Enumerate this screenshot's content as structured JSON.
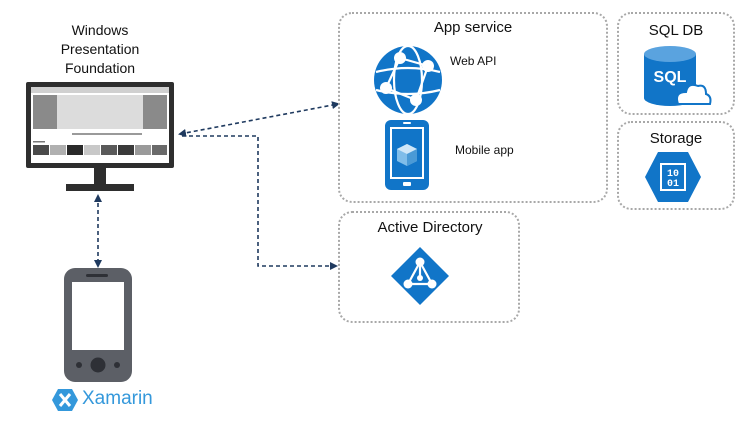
{
  "colors": {
    "azure_blue": "#1175c8",
    "dark_gray": "#3b3b3b",
    "dotted_border": "#a8a8a8",
    "connector": "#1f3a5f",
    "xamarin_blue": "#3498db"
  },
  "wpf": {
    "title_line1": "Windows",
    "title_line2": "Presentation",
    "title_line3": "Foundation",
    "icon": "monitor-icon"
  },
  "xamarin": {
    "icon": "smartphone-icon",
    "logo_icon": "xamarin-logo-icon",
    "label": "Xamarin"
  },
  "app_service": {
    "title": "App service",
    "web_api": {
      "label": "Web API",
      "icon": "globe-network-icon"
    },
    "mobile_app": {
      "label": "Mobile app",
      "icon": "mobile-app-icon"
    }
  },
  "active_directory": {
    "title": "Active Directory",
    "icon": "active-directory-icon"
  },
  "sql_db": {
    "title": "SQL DB",
    "icon": "sql-database-icon",
    "icon_text": "SQL"
  },
  "storage": {
    "title": "Storage",
    "icon": "storage-icon",
    "icon_text_line1": "10",
    "icon_text_line2": "01"
  }
}
